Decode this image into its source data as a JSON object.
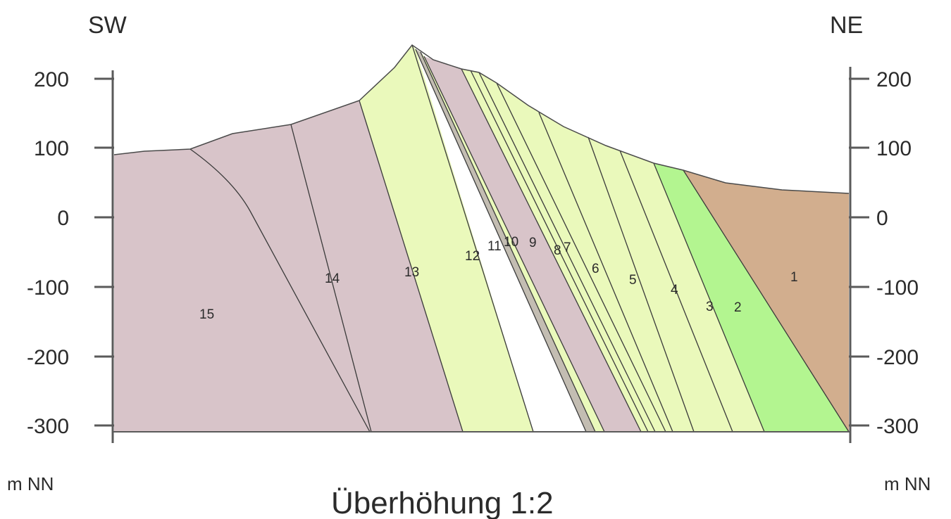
{
  "header": {
    "left_direction": "SW",
    "right_direction": "NE"
  },
  "axes": {
    "ticks": [
      "200",
      "100",
      "0",
      "-100",
      "-200",
      "-300"
    ],
    "unit_left": "m NN",
    "unit_right": "m NN"
  },
  "caption": "Überhöhung 1:2",
  "colors": {
    "mauve": "#d8c4c9",
    "pale_green": "#eaf9bb",
    "light_green": "#b3f590",
    "tan": "#d2ae8e",
    "grey_band": "#c3bdb2"
  },
  "units": [
    {
      "label": "15",
      "color": "mauve"
    },
    {
      "label": "14",
      "color": "mauve"
    },
    {
      "label": "13",
      "color": "mauve"
    },
    {
      "label": "12",
      "color": "pale_green"
    },
    {
      "label": "11",
      "color": "grey_band"
    },
    {
      "label": "10",
      "color": "pale_green"
    },
    {
      "label": "9",
      "color": "mauve"
    },
    {
      "label": "8",
      "color": "pale_green"
    },
    {
      "label": "7",
      "color": "pale_green"
    },
    {
      "label": "6",
      "color": "pale_green"
    },
    {
      "label": "5",
      "color": "pale_green"
    },
    {
      "label": "4",
      "color": "pale_green"
    },
    {
      "label": "3",
      "color": "pale_green"
    },
    {
      "label": "2",
      "color": "light_green"
    },
    {
      "label": "1",
      "color": "tan"
    }
  ]
}
